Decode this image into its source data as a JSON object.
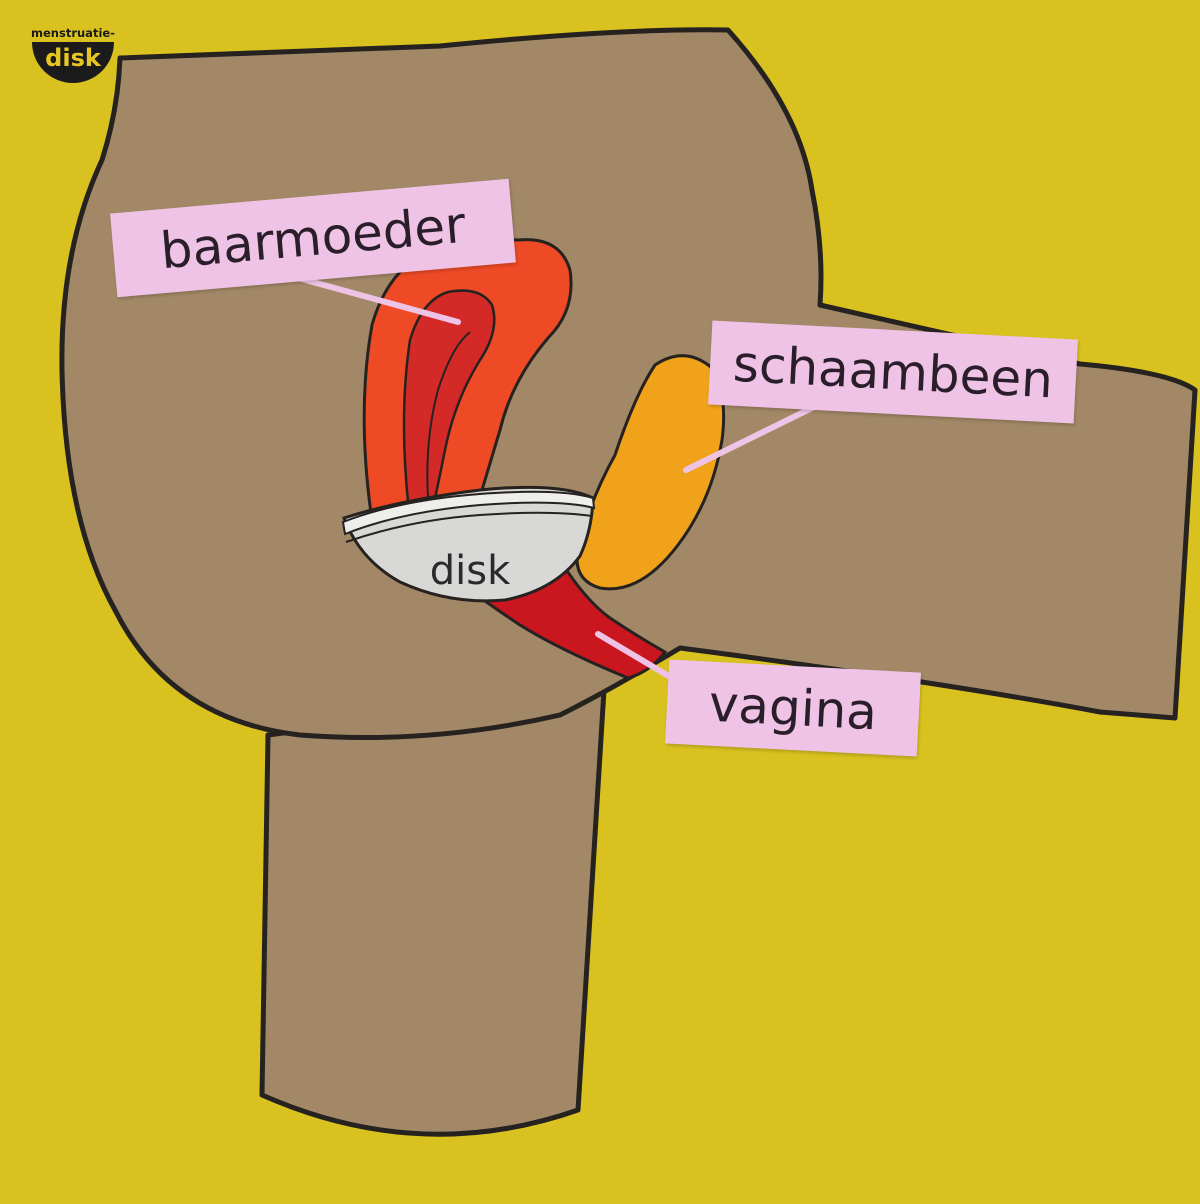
{
  "logo": {
    "top_text": "menstruatie-",
    "word": "disk"
  },
  "labels": {
    "baarmoeder": "baarmoeder",
    "schaambeen": "schaambeen",
    "vagina": "vagina",
    "disk": "disk"
  },
  "colors": {
    "background": "#d9c21f",
    "paper": "#a28866",
    "outline": "#262220",
    "uterus_outer": "#ee4a26",
    "uterus_inner": "#d32a28",
    "bone": "#f0a31a",
    "vagina": "#c9161f",
    "disk": "#d8d8d6",
    "label_bg": "#efc3e6"
  }
}
